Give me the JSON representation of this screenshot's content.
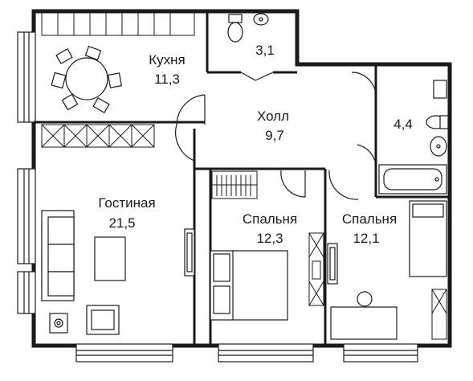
{
  "rooms": [
    {
      "id": "kitchen",
      "name": "Кухня",
      "area": "11,3"
    },
    {
      "id": "bathroom",
      "name": "",
      "area": "3,1"
    },
    {
      "id": "hall",
      "name": "Холл",
      "area": "9,7"
    },
    {
      "id": "bathroom2",
      "name": "",
      "area": "4,4"
    },
    {
      "id": "living",
      "name": "Гостиная",
      "area": "21,5"
    },
    {
      "id": "bedroom1",
      "name": "Спальня",
      "area": "12,3"
    },
    {
      "id": "bedroom2",
      "name": "Спальня",
      "area": "12,1"
    }
  ],
  "colors": {
    "wall": "#1a1a1a",
    "line": "#333333",
    "background": "#ffffff"
  },
  "icons": [
    "dining-table-icon",
    "sofa-icon",
    "armchair-icon",
    "double-bed-icon",
    "single-bed-icon",
    "bathtub-icon",
    "toilet-icon",
    "sink-icon",
    "door-swing-icon",
    "window-icon",
    "radiator-icon"
  ]
}
